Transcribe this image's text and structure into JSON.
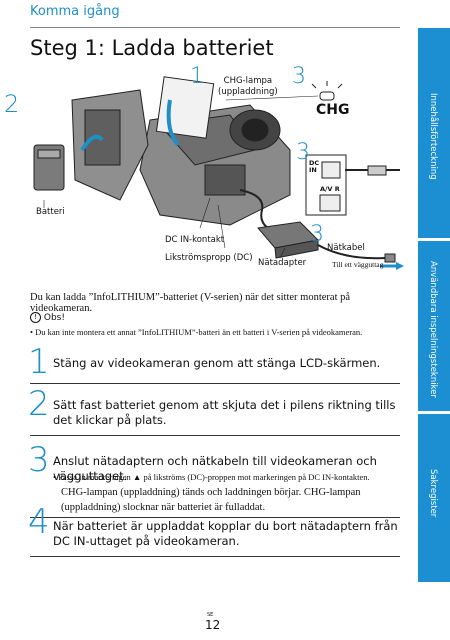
{
  "header": {
    "section": "Komma igång",
    "title": "Steg 1: Ladda batteriet"
  },
  "figure": {
    "step_markers": [
      "1",
      "2",
      "3",
      "3",
      "3"
    ],
    "callouts": {
      "chg_lamp": "CHG-lampa\n(uppladdning)",
      "chg_label": "CHG",
      "battery": "Batteri",
      "dc_in_jack": "DC IN-kontakt",
      "dc_plug": "Likströmspropp (DC)",
      "ac_adaptor": "Nätadapter",
      "power_cord": "Nätkabel",
      "to_wall": "Till ett vägguttag",
      "dc_in_short": "DC\nIN",
      "av_r": "A/V R"
    }
  },
  "intro": "Du kan ladda ”InfoLITHIUM”-batteriet (V-serien) när det sitter monterat på videokameran.",
  "note": {
    "label": "Obs!",
    "text": "Du kan inte montera ett annat ”InfoLITHIUM”-batteri än ett batteri i V-serien på videokameran."
  },
  "steps": [
    {
      "num": "1",
      "text": "Stäng av videokameran genom att stänga LCD-skärmen."
    },
    {
      "num": "2",
      "text": "Sätt fast batteriet genom att skjuta det i pilens riktning tills det klickar på plats."
    },
    {
      "num": "3",
      "text": "Anslut nätadaptern och nätkabeln till videokameran och vägguttaget.",
      "bullet": "Passa in markeringen ▲ på likströms (DC)-proppen mot markeringen på DC IN-kontakten.",
      "extra": "CHG-lampan (uppladdning) tänds och laddningen börjar. CHG-lampan (uppladdning) slocknar när batteriet är fulladdat."
    },
    {
      "num": "4",
      "text": "När batteriet är uppladdat kopplar du bort nätadaptern från DC IN-uttaget på videokameran."
    }
  ],
  "sidebar": {
    "tabs": [
      "Innehållsförteckning",
      "Användbara inspelningstekniker",
      "Sakregister"
    ],
    "color": "#1b8fd1"
  },
  "footer": {
    "code": "SE",
    "page": "12"
  },
  "accent": "#1f8fc8"
}
